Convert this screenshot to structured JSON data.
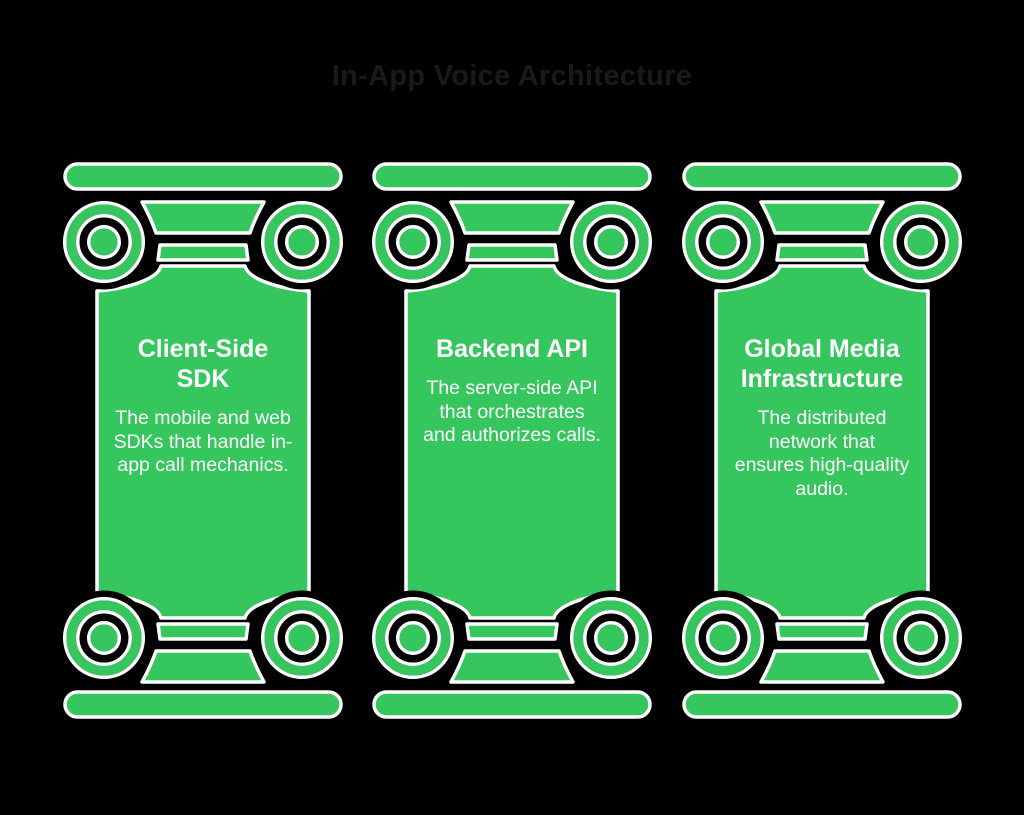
{
  "title": "In-App Voice Architecture",
  "colors": {
    "background": "#000000",
    "column_green": "#35C65D",
    "outline_white": "#FFFFFF",
    "title_text": "#1A1A1A",
    "pillar_text": "#FFFFFF"
  },
  "pillars": [
    {
      "heading": "Client-Side\nSDK",
      "body": "The mobile and web\nSDKs that handle in-\napp call mechanics."
    },
    {
      "heading": "Backend API",
      "body": "The server-side API\nthat orchestrates\nand authorizes calls."
    },
    {
      "heading": "Global Media\nInfrastructure",
      "body": "The distributed\nnetwork that\nensures high-quality\naudio."
    }
  ]
}
